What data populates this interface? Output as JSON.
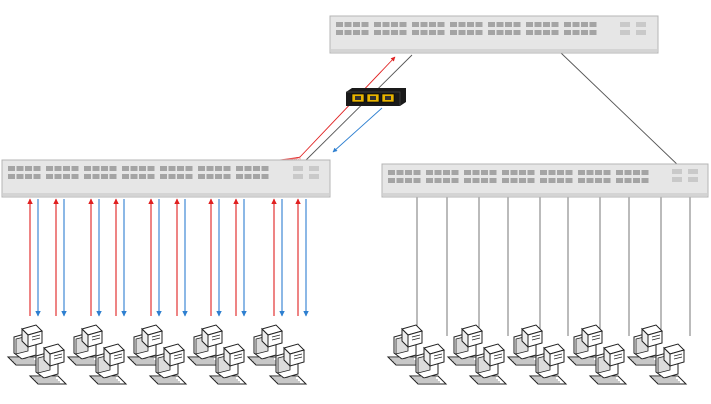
{
  "diagram": {
    "colors": {
      "switch_fill": "#e6e6e6",
      "switch_stroke": "#b5b5b5",
      "port": "#a4a4a4",
      "uplink_port": "#c9c9c9",
      "cable": "#555555",
      "traffic_up": "#e02020",
      "traffic_down": "#2d7fd0",
      "tap_body": "#1a1a1a",
      "tap_port": "#e8b400"
    },
    "devices": {
      "core_switch": {
        "type": "network-switch",
        "role": "core"
      },
      "left_switch": {
        "type": "network-switch",
        "role": "access-mirrored"
      },
      "right_switch": {
        "type": "network-switch",
        "role": "access"
      },
      "network_tap": {
        "type": "network-tap",
        "ports": 3
      }
    },
    "left_hosts": {
      "count": 10,
      "icon": "desktop-computer-icon"
    },
    "right_hosts": {
      "count": 10,
      "icon": "desktop-computer-icon"
    }
  }
}
